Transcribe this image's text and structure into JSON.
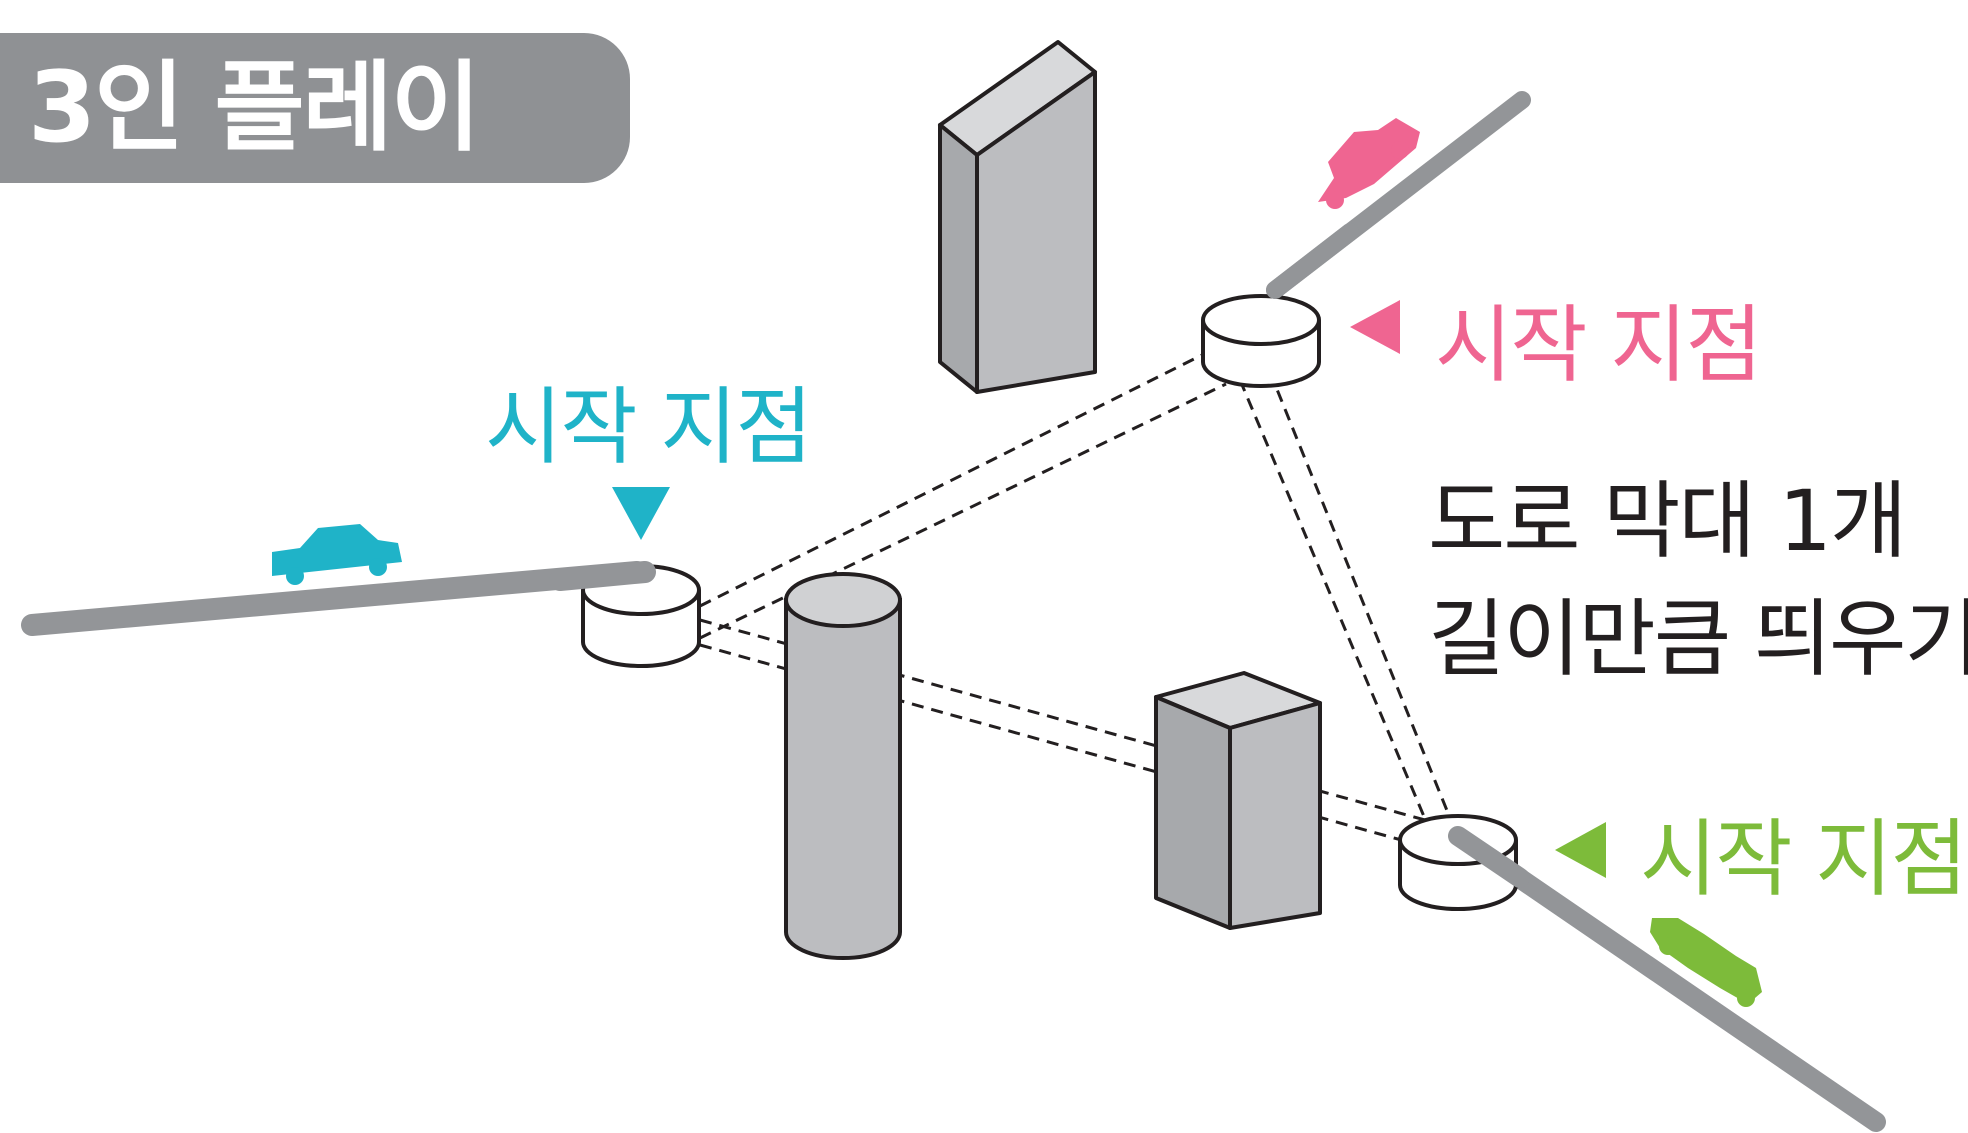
{
  "header": {
    "title": "3인 플레이"
  },
  "start_points": [
    {
      "label": "시작 지점",
      "color": "#1fb3c8",
      "marker": "triangle-down-icon"
    },
    {
      "label": "시작 지점",
      "color": "#ef6591",
      "marker": "triangle-left-icon"
    },
    {
      "label": "시작 지점",
      "color": "#7dbb3a",
      "marker": "triangle-left-icon"
    }
  ],
  "note": {
    "line1": "도로 막대 1개",
    "line2": "길이만큼 띄우기"
  },
  "colors": {
    "building": "#bcbdc0",
    "road": "#939598",
    "outline": "#231f20",
    "blue_car": "#1fb3c8",
    "pink_car": "#ef6591",
    "green_car": "#7dbb3a"
  }
}
